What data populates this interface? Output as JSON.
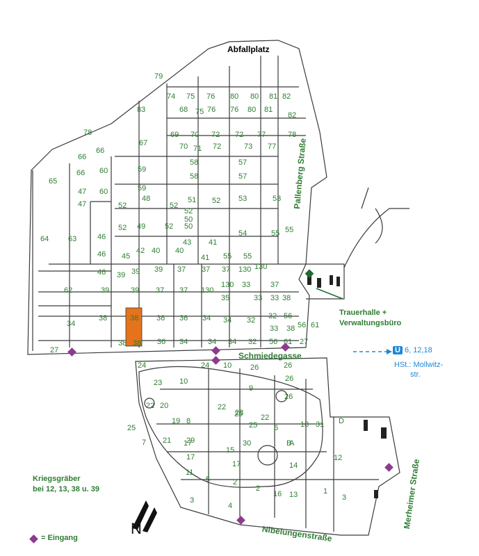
{
  "colors": {
    "lines": "#3a3a3a",
    "labels": "#2e7d32",
    "entrance": "#8e3a8e",
    "highlight": "#e5731c",
    "transit": "#1e88d6",
    "building": "#1f6b2e"
  },
  "labels": {
    "abfallplatz": "Abfallplatz",
    "schmiedegasse": "Schmiedegasse",
    "pallenberg": "Pallenberg Straße",
    "merheimer": "Merheimer Straße",
    "nibelungen": "Nibelungenstraße",
    "trauerhalle_1": "Trauerhalle +",
    "trauerhalle_2": "Verwaltungsbüro",
    "u_symbol": "U",
    "u_lines": "6, 12,18",
    "hst_1": "HSt.: Mollwitz-",
    "hst_2": "str.",
    "kriegsgraeber_1": "Kriegsgräber",
    "kriegsgraeber_2": "bei 12, 13, 38 u. 39",
    "eingang": "= Eingang"
  },
  "field_numbers": [
    "79",
    "74",
    "75",
    "76",
    "80",
    "80",
    "81",
    "82",
    "83",
    "68",
    "75",
    "76",
    "76",
    "80",
    "81",
    "82",
    "78",
    "69",
    "70",
    "72",
    "72",
    "77",
    "78",
    "67",
    "70",
    "71",
    "72",
    "73",
    "77",
    "66",
    "66",
    "66",
    "60",
    "59",
    "58",
    "57",
    "65",
    "47",
    "60",
    "59",
    "58",
    "57",
    "53",
    "47",
    "52",
    "48",
    "51",
    "52",
    "53",
    "52",
    "52",
    "64",
    "63",
    "52",
    "49",
    "52",
    "50",
    "50",
    "54",
    "55",
    "46",
    "42",
    "40",
    "43",
    "41",
    "55",
    "46",
    "45",
    "40",
    "41",
    "55",
    "55",
    "130",
    "46",
    "39",
    "39",
    "39",
    "37",
    "37",
    "37",
    "130",
    "62",
    "39",
    "39",
    "37",
    "37",
    "130",
    "130",
    "33",
    "37",
    "35",
    "33",
    "33",
    "38",
    "38",
    "38",
    "36",
    "36",
    "34",
    "34",
    "32",
    "32",
    "56",
    "56",
    "61",
    "34",
    "33",
    "38",
    "38",
    "38",
    "36",
    "34",
    "34",
    "34",
    "32",
    "56",
    "61",
    "27",
    "27",
    "24",
    "24",
    "10",
    "26",
    "26",
    "23",
    "10",
    "9",
    "26",
    "26",
    "22",
    "20",
    "28",
    "22",
    "22",
    "25",
    "25",
    "19",
    "8",
    "6",
    "18",
    "31",
    "25",
    "21",
    "29",
    "30",
    "B",
    "7",
    "17",
    "15",
    "A",
    "D",
    "17",
    "17",
    "14",
    "12",
    "11",
    "5",
    "2",
    "2",
    "16",
    "13",
    "1",
    "3",
    "3",
    "4"
  ],
  "entrances_count": 6
}
